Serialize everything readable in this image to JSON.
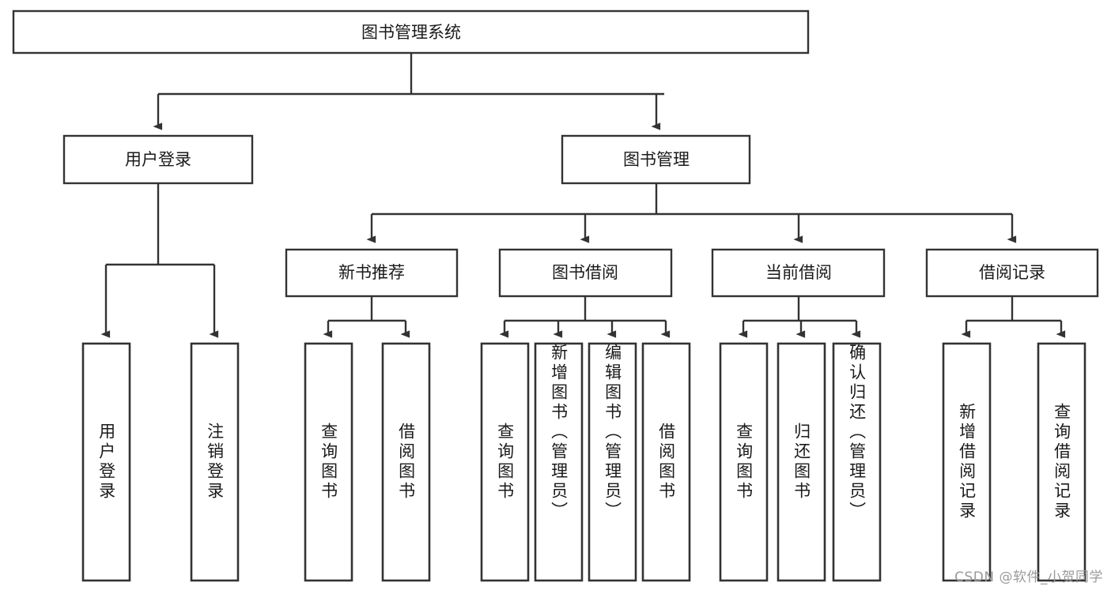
{
  "diagram": {
    "type": "tree",
    "title": "图书管理系统",
    "root": {
      "label": "图书管理系统"
    },
    "level2": [
      {
        "label": "用户登录"
      },
      {
        "label": "图书管理"
      }
    ],
    "level3": [
      {
        "label": "新书推荐"
      },
      {
        "label": "图书借阅"
      },
      {
        "label": "当前借阅"
      },
      {
        "label": "借阅记录"
      }
    ],
    "leaves": {
      "user_login": [
        {
          "label": "用户登录"
        },
        {
          "label": "注销登录"
        }
      ],
      "new_book_recommend": [
        {
          "label": "查询图书"
        },
        {
          "label": "借阅图书"
        }
      ],
      "book_borrow": [
        {
          "label": "查询图书"
        },
        {
          "label": "新增图书（管理员）"
        },
        {
          "label": "编辑图书（管理员）"
        },
        {
          "label": "借阅图书"
        }
      ],
      "current_borrow": [
        {
          "label": "查询图书"
        },
        {
          "label": "归还图书"
        },
        {
          "label": "确认归还（管理员）"
        }
      ],
      "borrow_record": [
        {
          "label": "新增借阅记录"
        },
        {
          "label": "查询借阅记录"
        }
      ]
    }
  },
  "watermark": {
    "text": "CSDN @软件_小贺同学"
  },
  "colors": {
    "stroke": "#333333",
    "fill": "#ffffff",
    "text": "#1a1a1a",
    "watermark": "#9a9a9a"
  }
}
